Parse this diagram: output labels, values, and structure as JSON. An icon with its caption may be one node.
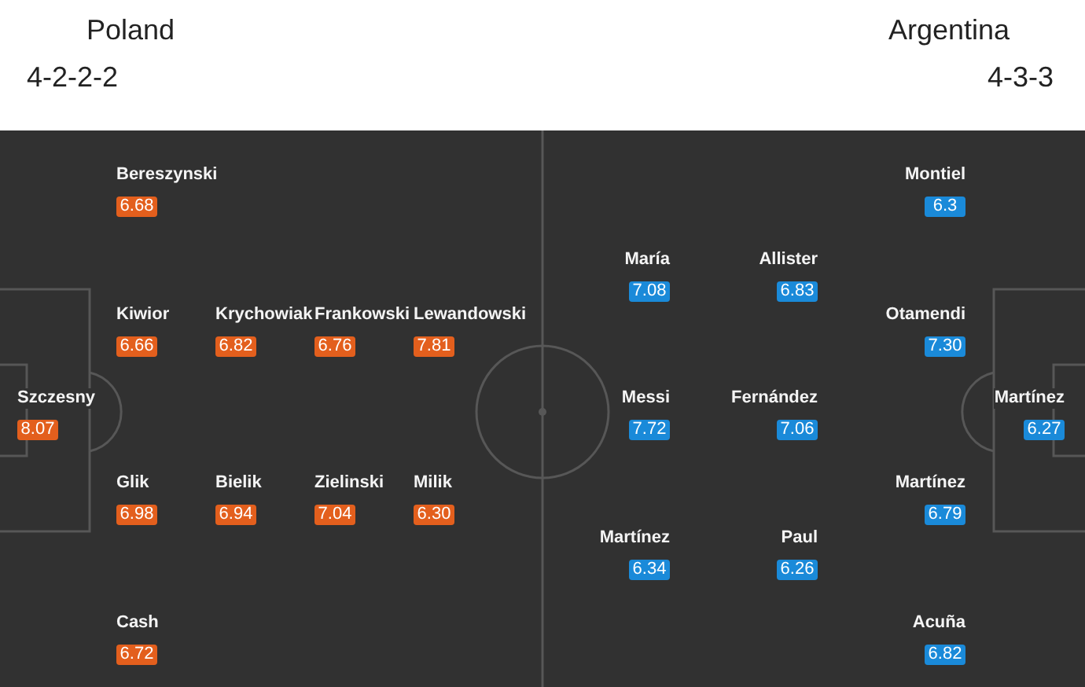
{
  "diagram": {
    "nodes": [
      {
        "text": [
          "Bereszynski",
          "6.68"
        ]
      },
      {
        "text": [
          "Kiwior",
          "6.66"
        ]
      },
      {
        "text": [
          "Krychowiak",
          "6.82"
        ]
      },
      {
        "text": [
          "Frankowski",
          "6.76"
        ]
      },
      {
        "text": [
          "Lewandowski",
          "7.81"
        ]
      },
      {
        "text": [
          "Szczesny",
          "8.07"
        ]
      },
      {
        "text": [
          "Glik",
          "6.98"
        ]
      },
      {
        "text": [
          "Bielik",
          "6.94"
        ]
      },
      {
        "text": [
          "Zielinski",
          "7.04"
        ]
      },
      {
        "text": [
          "Milik",
          "6.30"
        ]
      },
      {
        "text": [
          "Cash",
          "6.72"
        ]
      },
      {
        "text": [
          "Montiel",
          "6.3"
        ]
      },
      {
        "text": [
          "María",
          "7.08"
        ]
      },
      {
        "text": [
          "Allister",
          "6.83"
        ]
      },
      {
        "text": [
          "Otamendi",
          "7.30"
        ]
      },
      {
        "text": [
          "Messi",
          "7.72"
        ]
      },
      {
        "text": [
          "Fernández",
          "7.06"
        ]
      },
      {
        "text": [
          "Martínez",
          "6.27"
        ]
      },
      {
        "text": [
          "Martínez",
          "6.79"
        ]
      },
      {
        "text": [
          "Martínez",
          "6.34"
        ]
      },
      {
        "text": [
          "Paul",
          "6.26"
        ]
      },
      {
        "text": [
          "Acuña",
          "6.82"
        ]
      }
    ],
    "labels": [
      "Poland",
      "Argentina",
      "4-2-2-2",
      "4-3-3"
    ]
  }
}
